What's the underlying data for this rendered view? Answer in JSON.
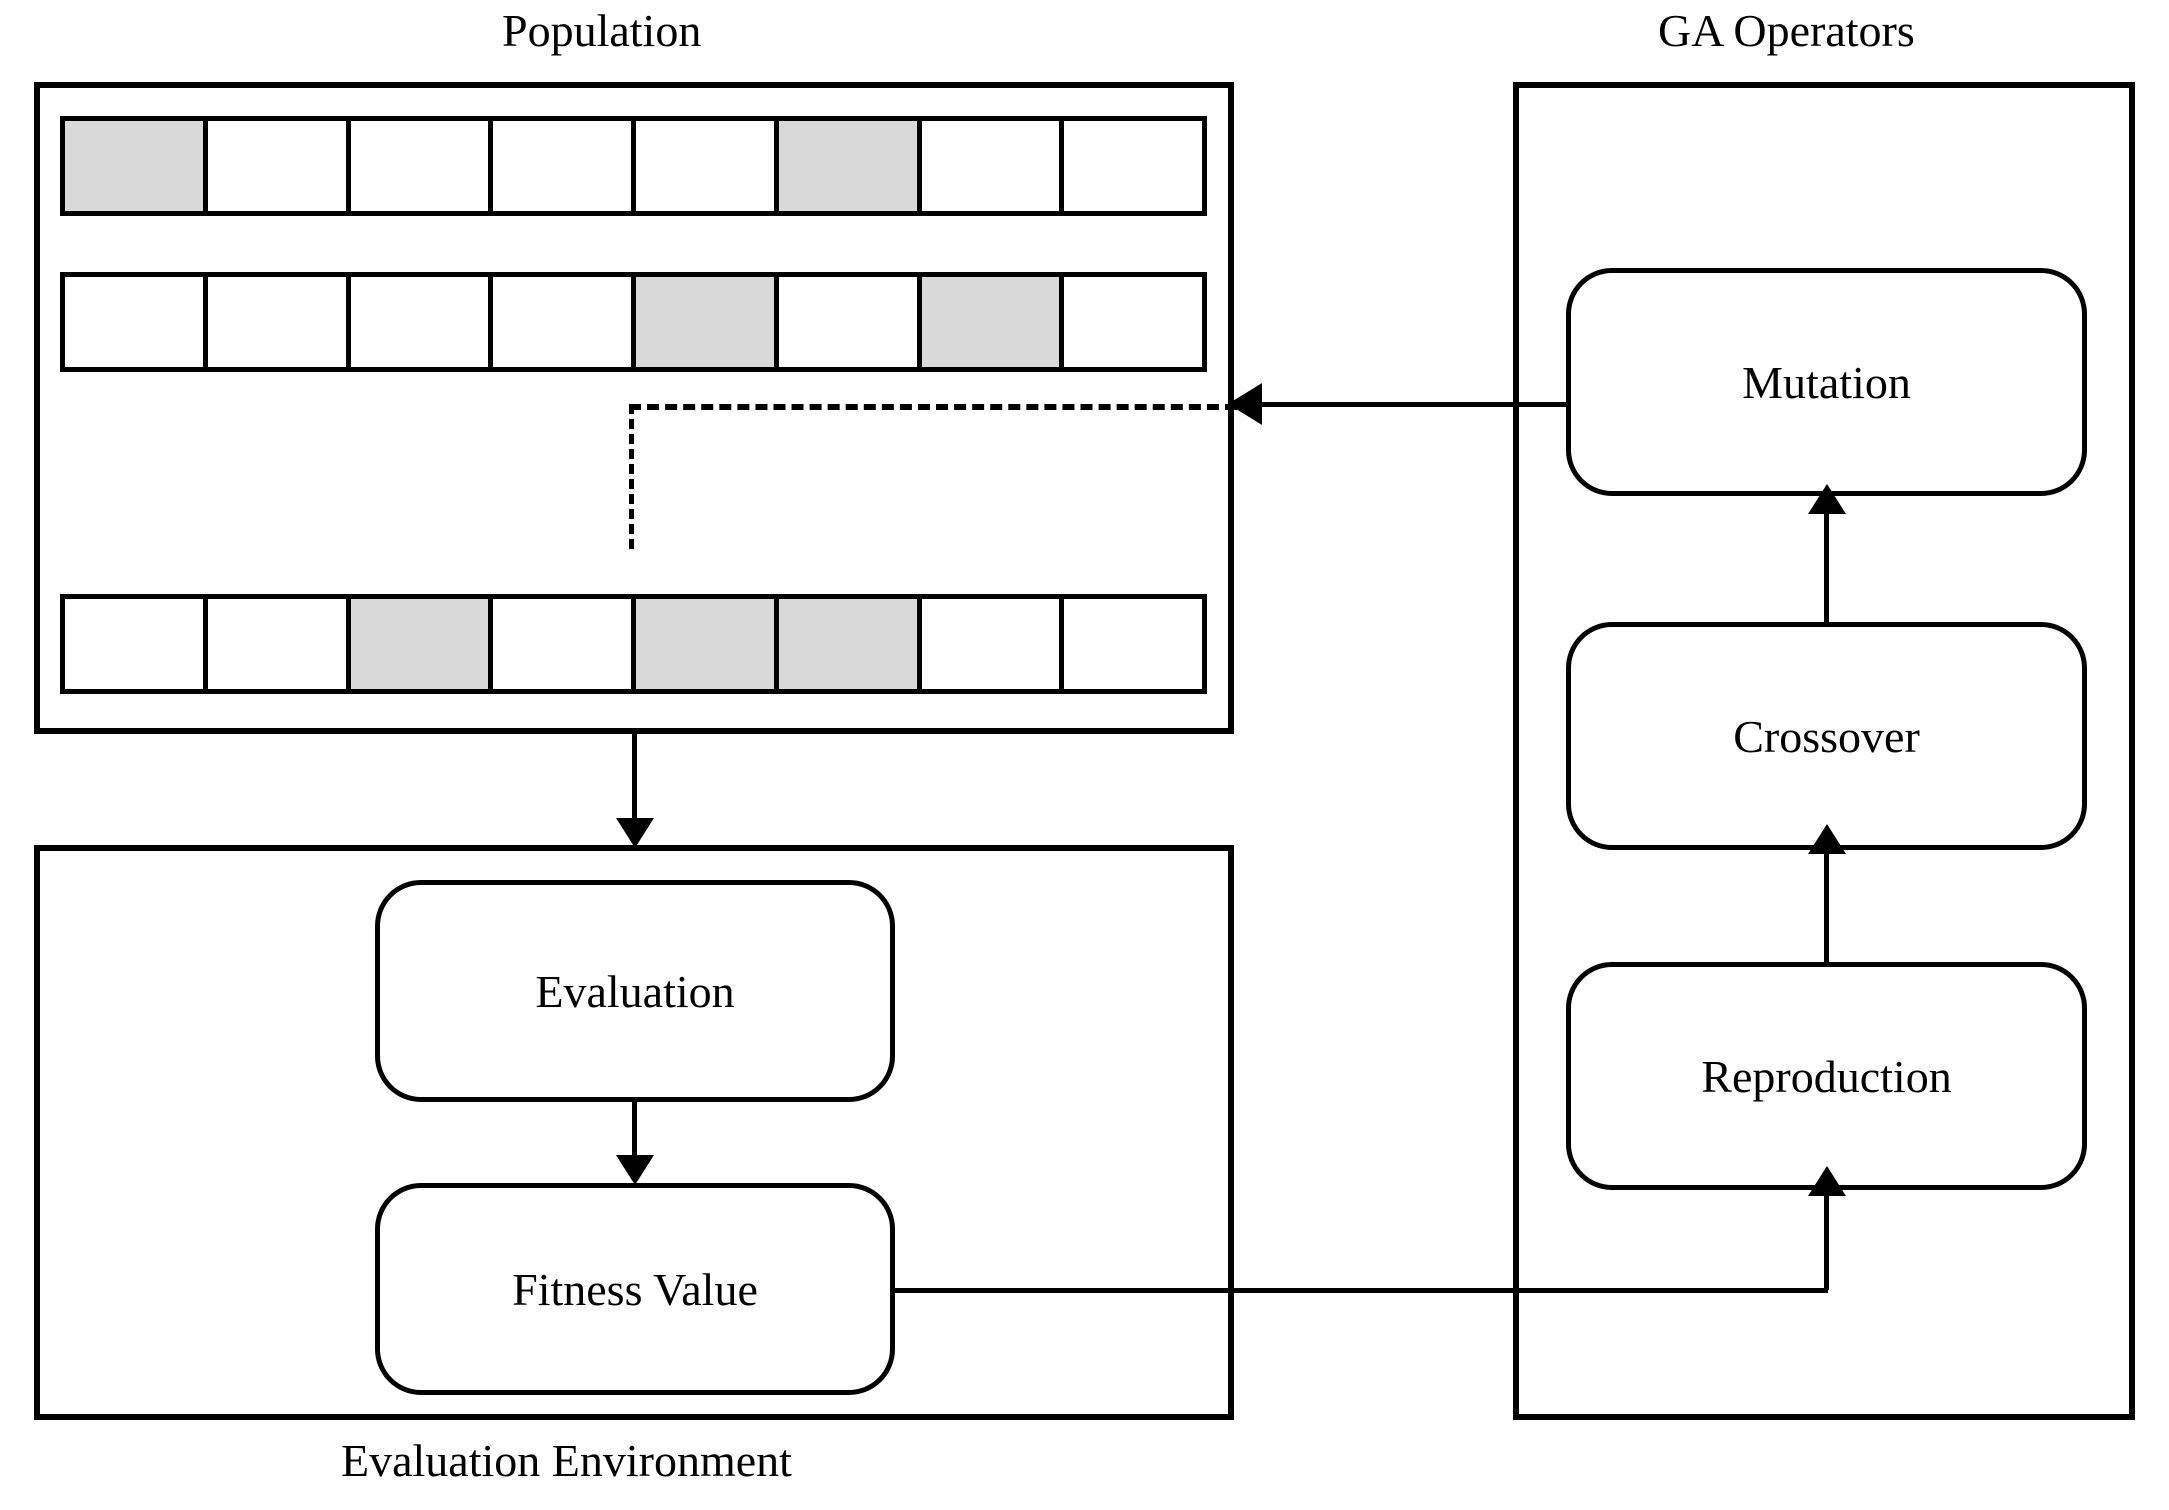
{
  "diagram": {
    "title_population": "Population",
    "title_ga_operators": "GA Operators",
    "caption_evaluation_environment": "Evaluation Environment"
  },
  "colors": {
    "stroke": "#000000",
    "gene_shaded": "#d9d9d9",
    "gene_empty": "#ffffff",
    "background": "#ffffff"
  },
  "population": {
    "label": "Population",
    "gene_count": 8,
    "chromosomes": [
      {
        "name": "chromosome-1",
        "genes": [
          1,
          0,
          0,
          0,
          0,
          1,
          0,
          0
        ]
      },
      {
        "name": "chromosome-2",
        "genes": [
          0,
          0,
          0,
          0,
          1,
          0,
          1,
          0
        ]
      },
      {
        "name": "chromosome-3",
        "genes": [
          0,
          0,
          1,
          0,
          1,
          1,
          0,
          0
        ]
      }
    ]
  },
  "ga_operators": {
    "label": "GA Operators",
    "boxes": [
      {
        "name": "mutation",
        "label": "Mutation"
      },
      {
        "name": "crossover",
        "label": "Crossover"
      },
      {
        "name": "reproduction",
        "label": "Reproduction"
      }
    ]
  },
  "evaluation_environment": {
    "label": "Evaluation Environment",
    "boxes": [
      {
        "name": "evaluation",
        "label": "Evaluation"
      },
      {
        "name": "fitness-value",
        "label": "Fitness Value"
      }
    ]
  },
  "connectors": [
    {
      "name": "population-to-evaluation-environment",
      "style": "solid",
      "direction": "down"
    },
    {
      "name": "evaluation-to-fitness-value",
      "style": "solid",
      "direction": "down"
    },
    {
      "name": "fitness-value-to-reproduction",
      "style": "solid",
      "direction": "up"
    },
    {
      "name": "reproduction-to-crossover",
      "style": "solid",
      "direction": "up"
    },
    {
      "name": "crossover-to-mutation",
      "style": "solid",
      "direction": "up"
    },
    {
      "name": "mutation-to-population",
      "style": "solid-then-dashed",
      "direction": "left"
    }
  ]
}
